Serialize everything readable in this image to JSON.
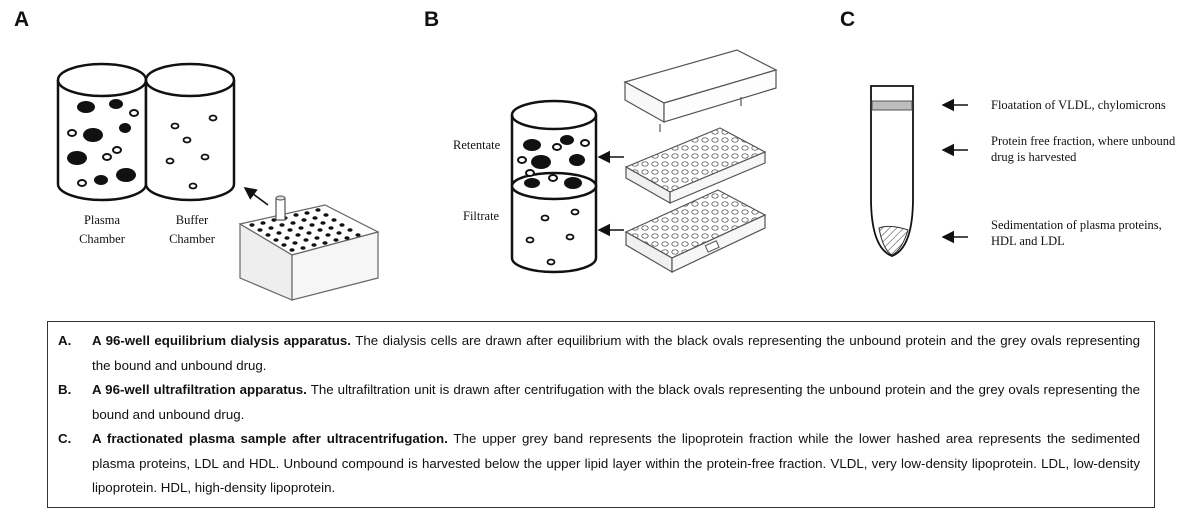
{
  "panels": [
    {
      "letter": "A",
      "labels": {
        "plasma_line1": "Plasma",
        "plasma_line2": "Chamber",
        "buffer_line1": "Buffer",
        "buffer_line2": "Chamber"
      }
    },
    {
      "letter": "B",
      "labels": {
        "retentate": "Retentate",
        "filtrate": "Filtrate"
      }
    },
    {
      "letter": "C",
      "labels": {
        "floatation": "Floatation of VLDL, chylomicrons",
        "protein_free_line1": "Protein free fraction, where unbound",
        "protein_free_line2": "drug is harvested",
        "sediment_line1": "Sedimentation of plasma proteins,",
        "sediment_line2": "HDL and LDL"
      }
    }
  ],
  "caption": [
    {
      "letter": "A.",
      "bold": "A 96-well equilibrium dialysis apparatus.",
      "text": " The dialysis cells are drawn after equilibrium with the black ovals representing the unbound protein and the grey ovals representing the bound and unbound drug."
    },
    {
      "letter": "B.",
      "bold": "A 96-well ultrafiltration apparatus.",
      "text": " The ultrafiltration unit is drawn after centrifugation with the black ovals representing the unbound protein and the grey ovals representing the bound and unbound drug."
    },
    {
      "letter": "C.",
      "bold": "A fractionated plasma sample after ultracentrifugation.",
      "text": " The upper grey band represents the lipoprotein fraction while the lower hashed area represents the sedimented plasma proteins, LDL and HDL. Unbound compound is harvested below the upper lipid layer within the protein-free fraction. VLDL, very low-density lipoprotein. LDL, low-density lipoprotein. HDL, high-density lipoprotein."
    }
  ]
}
